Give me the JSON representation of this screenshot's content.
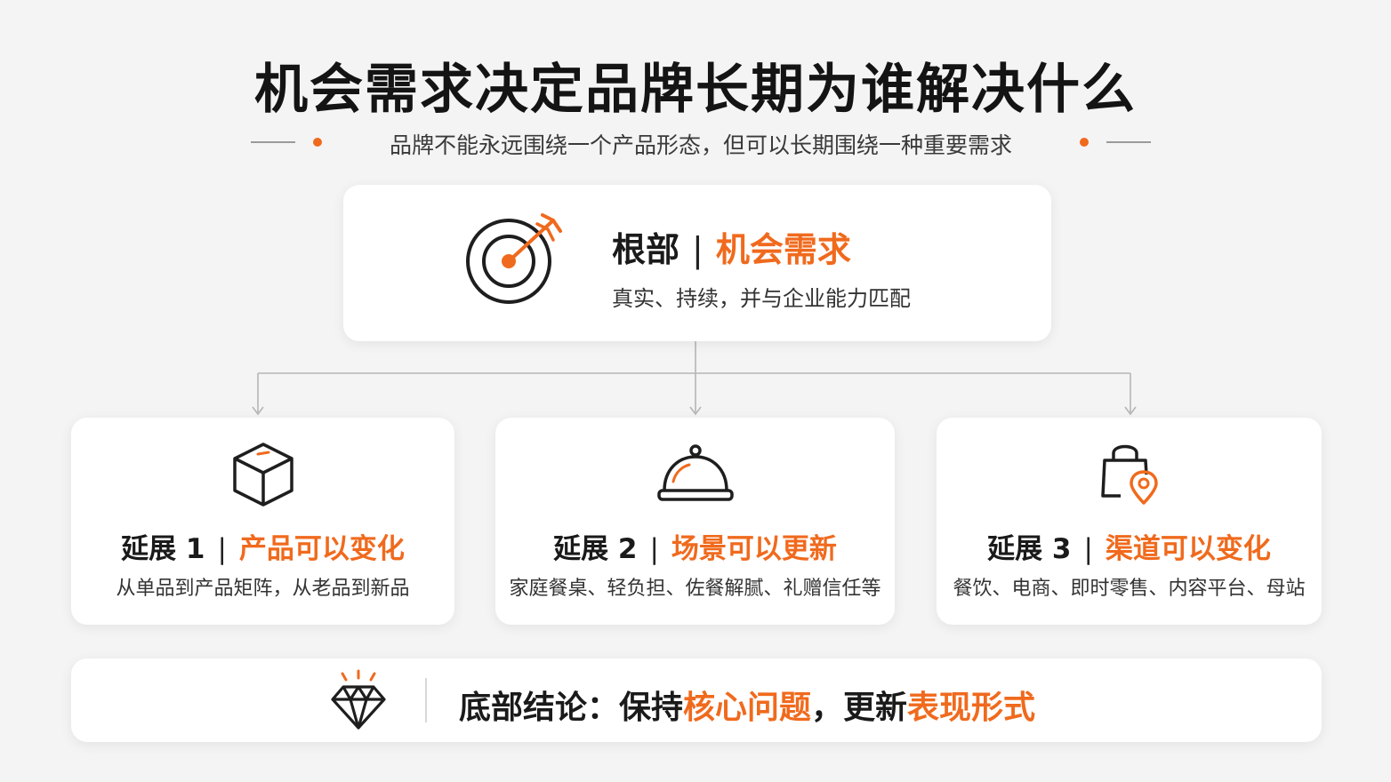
{
  "title": "机会需求决定品牌长期为谁解决什么",
  "subtitle": "品牌不能永远围绕一个产品形态，但可以长期围绕一种重要需求",
  "accent_color": "#f06a1d",
  "root": {
    "icon": "target-arrow-icon",
    "label": "根部",
    "separator": "|",
    "highlight": "机会需求",
    "description": "真实、持续，并与企业能力匹配"
  },
  "extensions": [
    {
      "icon": "box-icon",
      "label": "延展 1",
      "separator": "|",
      "highlight": "产品可以变化",
      "description": "从单品到产品矩阵，从老品到新品"
    },
    {
      "icon": "cloche-icon",
      "label": "延展 2",
      "separator": "|",
      "highlight": "场景可以更新",
      "description": "家庭餐桌、轻负担、佐餐解腻、礼赠信任等"
    },
    {
      "icon": "shopping-bag-location-icon",
      "label": "延展 3",
      "separator": "|",
      "highlight": "渠道可以变化",
      "description": "餐饮、电商、即时零售、内容平台、母站"
    }
  ],
  "conclusion": {
    "icon": "diamond-icon",
    "prefix": "底部结论：保持",
    "highlight1": "核心问题",
    "middle": "，更新",
    "highlight2": "表现形式"
  }
}
